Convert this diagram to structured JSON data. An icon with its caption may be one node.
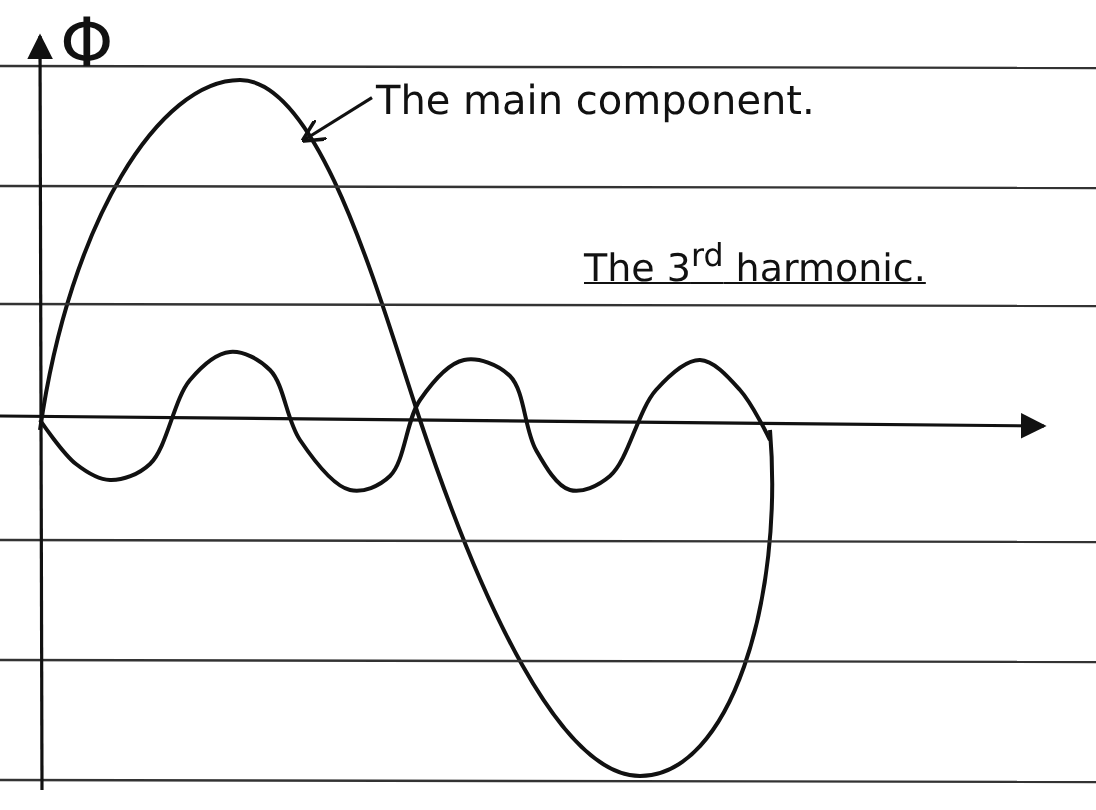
{
  "diagram": {
    "nodes": [
      {
        "text": [
          "The main component."
        ]
      },
      {
        "text": [],
        "shape": "curve"
      }
    ],
    "edges": [
      {
        "from": 0,
        "to": 1,
        "arrow": "to"
      }
    ],
    "labels": [
      "Φ",
      "The 3$^{rd}$ harmonic."
    ]
  }
}
